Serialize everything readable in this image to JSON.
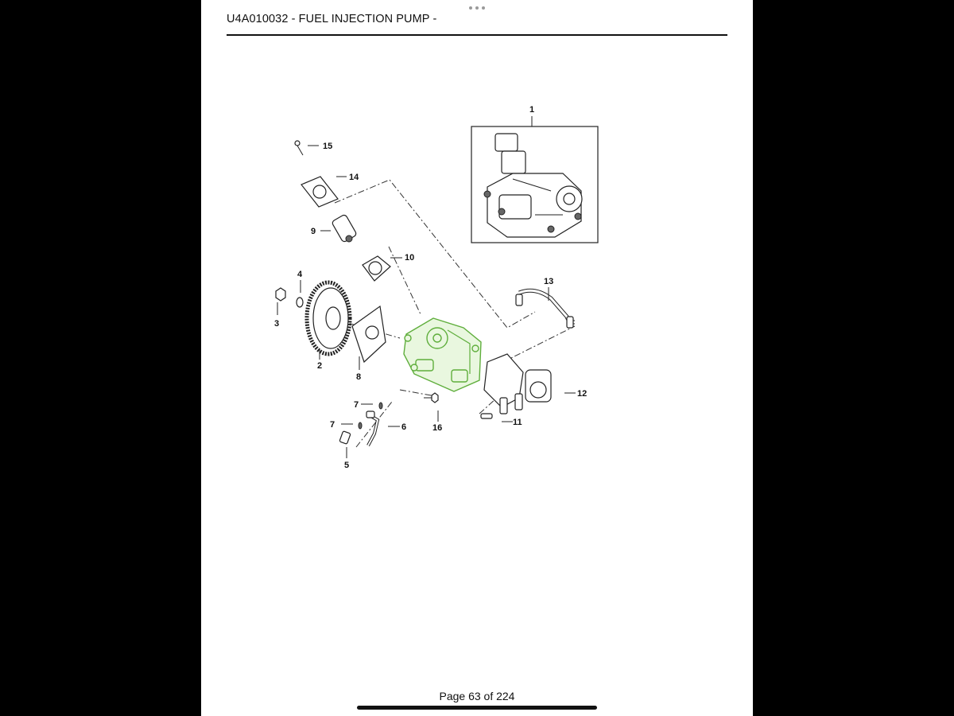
{
  "document": {
    "title": "U4A010032 - FUEL INJECTION PUMP -",
    "page_indicator": "Page 63 of 224"
  },
  "diagram": {
    "callouts": [
      "1",
      "2",
      "3",
      "4",
      "5",
      "6",
      "7",
      "8",
      "9",
      "10",
      "11",
      "12",
      "13",
      "14",
      "15",
      "16"
    ],
    "callout_7b": "7",
    "highlight_color": "#5fae3c"
  },
  "icons": [
    "more-dots-icon",
    "home-indicator"
  ]
}
